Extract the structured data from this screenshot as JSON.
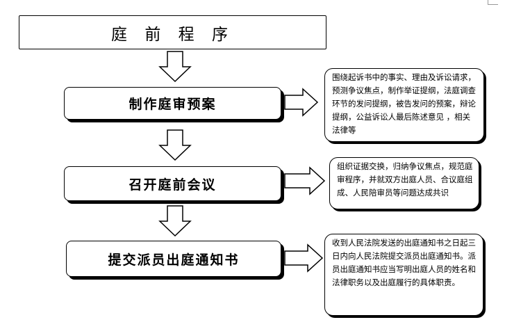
{
  "title": "庭 前 程 序",
  "steps": [
    {
      "label": "制作庭审预案"
    },
    {
      "label": "召开庭前会议"
    },
    {
      "label": "提交派员出庭通知书"
    }
  ],
  "notes": [
    {
      "text": "围绕起诉书中的事实、理由及诉讼请求，预测争议焦点，制作举证提纲，法庭调查环节的发问提纲，被告发问的预案，辩论提纲，公益诉讼人最后陈述意见 ，相关法律等"
    },
    {
      "text": "组织证据交换，归纳争议焦点，规范庭审程序，并就双方出庭人员、合议庭组成、人民陪审员等问题达成共识"
    },
    {
      "text": "收到人民法院发送的出庭通知书之日起三日内向人民法院提交派员出庭通知书。派员出庭通知书应当写明出庭人员的姓名和法律职务以及出庭履行的具体职责。"
    }
  ]
}
